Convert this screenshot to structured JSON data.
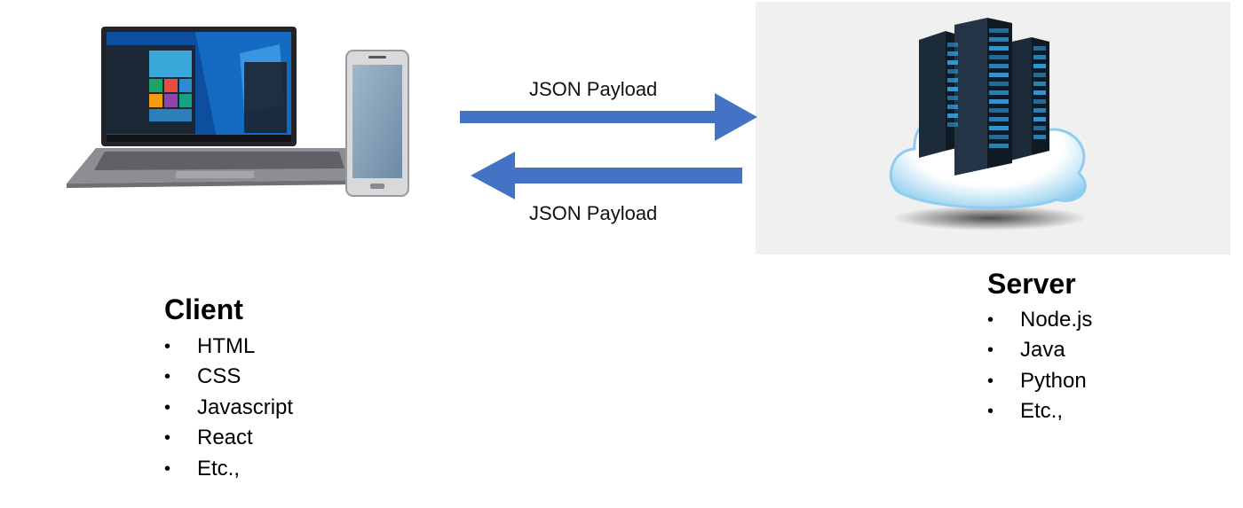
{
  "arrows": {
    "request_label": "JSON Payload",
    "response_label": "JSON Payload",
    "color": "#4472c4"
  },
  "client": {
    "title": "Client",
    "items": [
      "HTML",
      "CSS",
      "Javascript",
      "React",
      "Etc.,"
    ]
  },
  "server": {
    "title": "Server",
    "items": [
      "Node.js",
      "Java",
      "Python",
      "Etc.,"
    ]
  },
  "icons": {
    "client": [
      "laptop-icon",
      "smartphone-icon"
    ],
    "server": [
      "server-rack-icon",
      "cloud-icon"
    ]
  },
  "colors": {
    "arrow": "#4472c4",
    "server_panel": "#f0f0f0",
    "cloud_fill": "#ffffff",
    "cloud_edge": "#7fc6ec",
    "server_body": "#1b2b3a",
    "server_lights": "#3fa9e8"
  }
}
